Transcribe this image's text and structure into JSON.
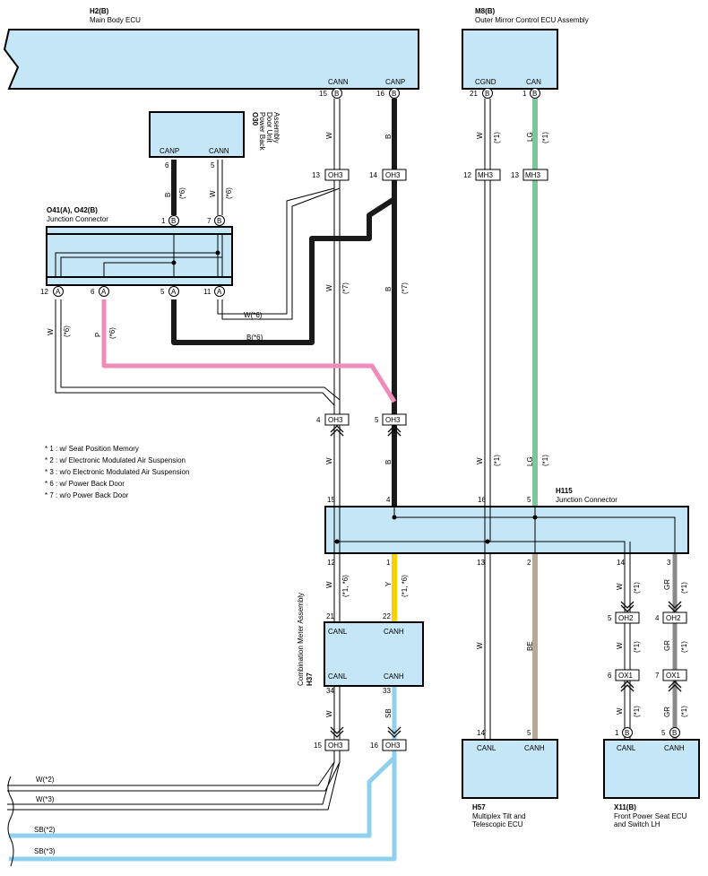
{
  "colors": {
    "black": "#1a1a1a",
    "pink": "#f08ab8",
    "green": "#7cc69a",
    "yellow": "#f5d200",
    "beige": "#b8a896",
    "gray": "#8a8a8a",
    "lightblue": "#8fd0ee",
    "ecu_fill": "#c5e6f7"
  },
  "components": {
    "h2": {
      "code": "H2(B)",
      "name": "Main Body ECU",
      "pin1_name": "CANN",
      "pin1_no": "15",
      "pin2_name": "CANP",
      "pin2_no": "16",
      "conn": "B"
    },
    "m8": {
      "code": "M8(B)",
      "name": "Outer Mirror Control ECU Assembly",
      "pin1_name": "CGND",
      "pin1_no": "21",
      "pin2_name": "CAN",
      "pin2_no": "1",
      "conn": "B"
    },
    "o30": {
      "code": "O30",
      "name_l1": "Power Back",
      "name_l2": "Door Unit",
      "name_l3": "Assembly",
      "pin1_name": "CANP",
      "pin1_no": "6",
      "pin2_name": "CANN",
      "pin2_no": "5"
    },
    "o41": {
      "code": "O41(A), O42(B)",
      "name": "Junction Connector",
      "t1": "1",
      "t2": "7",
      "b1": "12",
      "b2": "6",
      "b3": "5",
      "b4": "11",
      "connA": "A",
      "connB": "B"
    },
    "h115": {
      "code": "H115",
      "name": "Junction Connector",
      "t1": "15",
      "t2": "4",
      "t3": "16",
      "t4": "5",
      "b1": "12",
      "b2": "1",
      "b3": "13",
      "b4": "2",
      "b5": "14",
      "b6": "3"
    },
    "h37": {
      "code": "H37",
      "name": "Combination Meter Assembly",
      "pin1_name": "CANL",
      "pin1_no": "21",
      "pin2_name": "CANH",
      "pin2_no": "22",
      "pin3_name": "CANL",
      "pin3_no": "34",
      "pin4_name": "CANH",
      "pin4_no": "33"
    },
    "h57": {
      "code": "H57",
      "name_l1": "Multiplex Tilt and",
      "name_l2": "Telescopic ECU",
      "pin1_name": "CANL",
      "pin1_no": "14",
      "pin2_name": "CANH",
      "pin2_no": "5"
    },
    "x11": {
      "code": "X11(B)",
      "name_l1": "Front Power Seat ECU",
      "name_l2": "and Switch LH",
      "pin1_name": "CANL",
      "pin1_no": "1",
      "pin2_name": "CANH",
      "pin2_no": "5",
      "conn": "B"
    }
  },
  "connectors": {
    "oh3": "OH3",
    "mh3": "MH3",
    "oh2": "OH2",
    "ox1": "OX1",
    "oh3_p13": "13",
    "oh3_p14": "14",
    "mh3_p12": "12",
    "mh3_p13": "13",
    "oh3_p4": "4",
    "oh3_p5": "5",
    "oh2_p5": "5",
    "oh2_p4": "4",
    "ox1_p6": "6",
    "ox1_p7": "7",
    "oh3_p15": "15",
    "oh3_p16": "16"
  },
  "wires": {
    "W": "W",
    "B": "B",
    "LG": "LG",
    "P": "P",
    "Y": "Y",
    "BE": "BE",
    "GR": "GR",
    "SB": "SB",
    "n1": "(*1)",
    "n6": "(*6)",
    "n7": "(*7)",
    "n16": "(*1, *6)",
    "w6": "W(*6)",
    "b6": "B(*6)",
    "w2": "W(*2)",
    "w3": "W(*3)",
    "sb2": "SB(*2)",
    "sb3": "SB(*3)"
  },
  "notes": [
    "* 1 : w/ Seat Position Memory",
    "* 2 : w/ Electronic Modulated Air Suspension",
    "* 3 : w/o Electronic Modulated Air Suspension",
    "* 6 : w/ Power Back Door",
    "* 7 : w/o Power Back Door"
  ]
}
